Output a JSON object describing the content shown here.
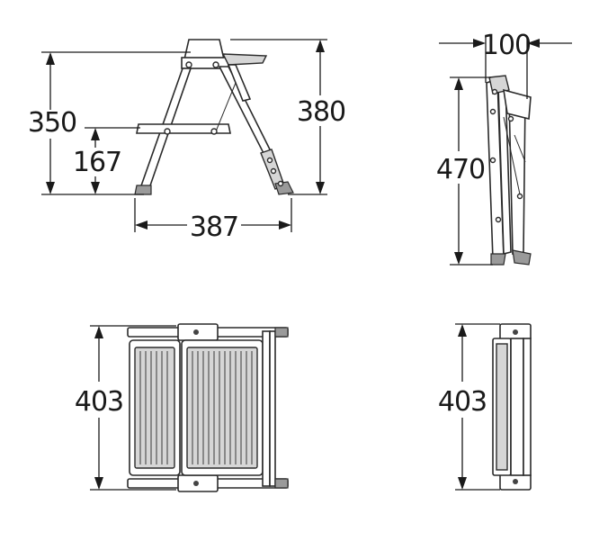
{
  "dimensions": {
    "front_overall_height": "350",
    "front_step_height": "167",
    "front_platform_height": "380",
    "front_base_width": "387",
    "side_folded_depth": "100",
    "side_folded_height": "470",
    "top_width": "403",
    "top_folded_width": "403"
  }
}
